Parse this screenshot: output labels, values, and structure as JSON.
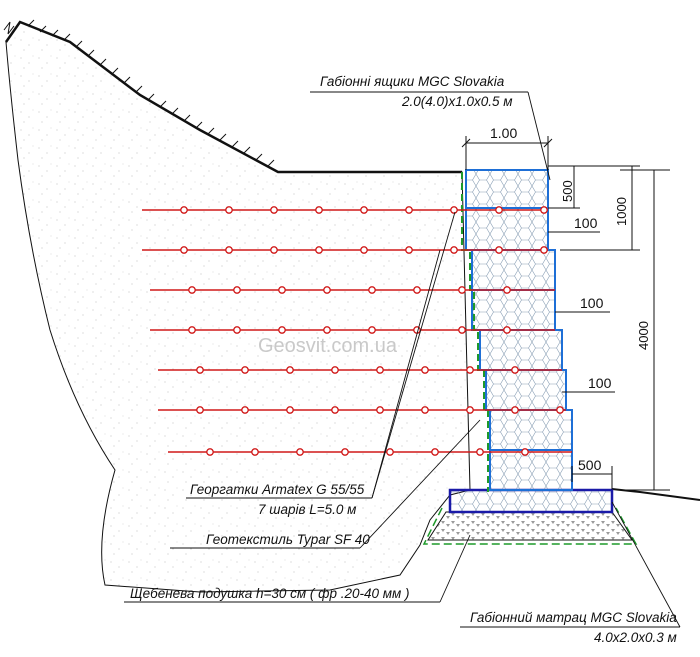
{
  "watermark": "Geosvit.com.ua",
  "labels": {
    "gabion_boxes_l1": "Габіонні ящики  MGC Slovakia",
    "gabion_boxes_l2": "2.0(4.0)x1.0x0.5 м",
    "geogrid_l1": "Георгатки  Armatex G 55/55",
    "geogrid_l2": "7  шарів  L=5.0 м",
    "geotextile": "Геотекстиль  Typar SF 40",
    "gravel": "Щебенева подушка  h=30 см  ( фр .20-40 мм )",
    "mattress_l1": "Габіонний матрац  MGC Slovakia",
    "mattress_l2": "4.0x2.0x0.3 м"
  },
  "dimensions": {
    "box_width": "1.00",
    "box_height": "500",
    "step1": "100",
    "step2": "100",
    "step3": "100",
    "two_rows": "1000",
    "total_height": "4000",
    "base_offset": "500"
  },
  "colors": {
    "grid": "#d01818",
    "gabion": "#1e6fd6",
    "mattress": "#1a1aa8",
    "geotextile": "#1e9a2a",
    "ground": "#111111"
  }
}
